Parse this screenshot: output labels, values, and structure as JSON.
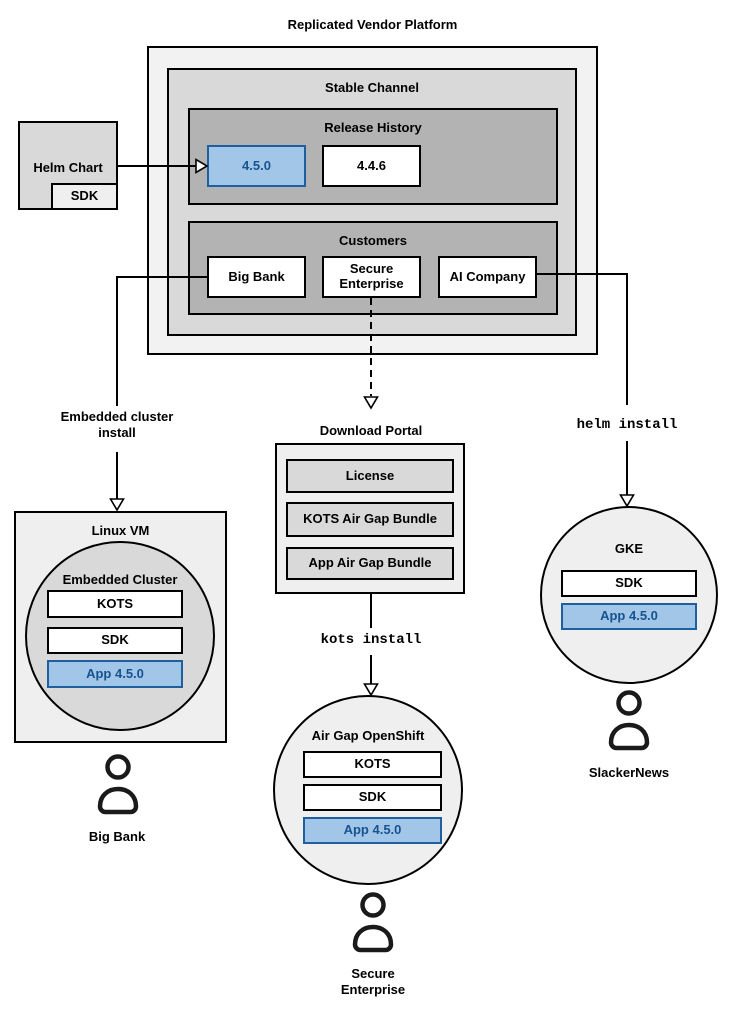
{
  "diagram_title": "Replicated Vendor Platform",
  "colors": {
    "box_lightest": "#f2f2f2",
    "box_light": "#efefef",
    "box_mid": "#d9d9d9",
    "box_dark": "#b3b3b3",
    "highlight_fill": "#a2c6e8",
    "highlight_border": "#1f5fa0",
    "highlight_text": "#17538f",
    "line": "#000000"
  },
  "stable_channel": {
    "label": "Stable Channel",
    "release_history": {
      "label": "Release History",
      "current_release": "4.5.0",
      "previous_release": "4.4.6"
    },
    "customers": {
      "label": "Customers",
      "big_bank": "Big Bank",
      "secure_enterprise": "Secure Enterprise",
      "ai_company": "AI Company"
    }
  },
  "helm_chart": {
    "label": "Helm Chart",
    "sdk": "SDK"
  },
  "left_branch": {
    "arrow_label": "Embedded cluster install",
    "vm_label": "Linux VM",
    "cluster_label": "Embedded Cluster",
    "kots": "KOTS",
    "sdk": "SDK",
    "app": "App 4.5.0",
    "user": "Big Bank"
  },
  "middle_branch": {
    "portal_label": "Download Portal",
    "license": "License",
    "kots_bundle": "KOTS Air Gap Bundle",
    "app_bundle": "App Air Gap Bundle",
    "install_command": "kots install",
    "cluster_label": "Air Gap OpenShift",
    "kots": "KOTS",
    "sdk": "SDK",
    "app": "App 4.5.0",
    "user": "Secure Enterprise"
  },
  "right_branch": {
    "install_command": "helm install",
    "cluster_label": "GKE",
    "sdk": "SDK",
    "app": "App 4.5.0",
    "user": "SlackerNews"
  }
}
